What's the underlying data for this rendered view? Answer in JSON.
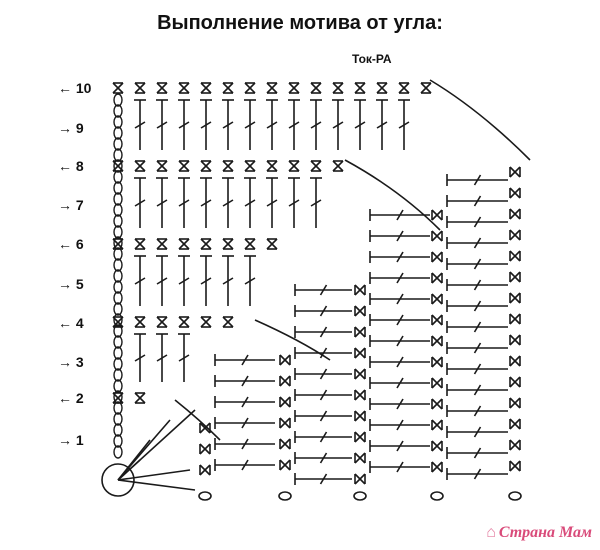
{
  "title": "Выполнение  мотива от угла:",
  "subtitle": "Ток-РА",
  "rows": [
    {
      "number": "10",
      "arrow": "←"
    },
    {
      "number": "9",
      "arrow": "→"
    },
    {
      "number": "8",
      "arrow": "←"
    },
    {
      "number": "7",
      "arrow": "→"
    },
    {
      "number": "6",
      "arrow": "←"
    },
    {
      "number": "5",
      "arrow": "→"
    },
    {
      "number": "4",
      "arrow": "←"
    },
    {
      "number": "3",
      "arrow": "→"
    },
    {
      "number": "2",
      "arrow": "←"
    },
    {
      "number": "1",
      "arrow": "→"
    }
  ],
  "watermark": "Страна Мам",
  "colors": {
    "ink": "#1a1a1a",
    "watermark": "#d94b7a"
  },
  "icons": {
    "magic_ring": "circle",
    "chain": "oval",
    "single_crochet": "x-mark",
    "double_crochet": "t-with-slash"
  }
}
